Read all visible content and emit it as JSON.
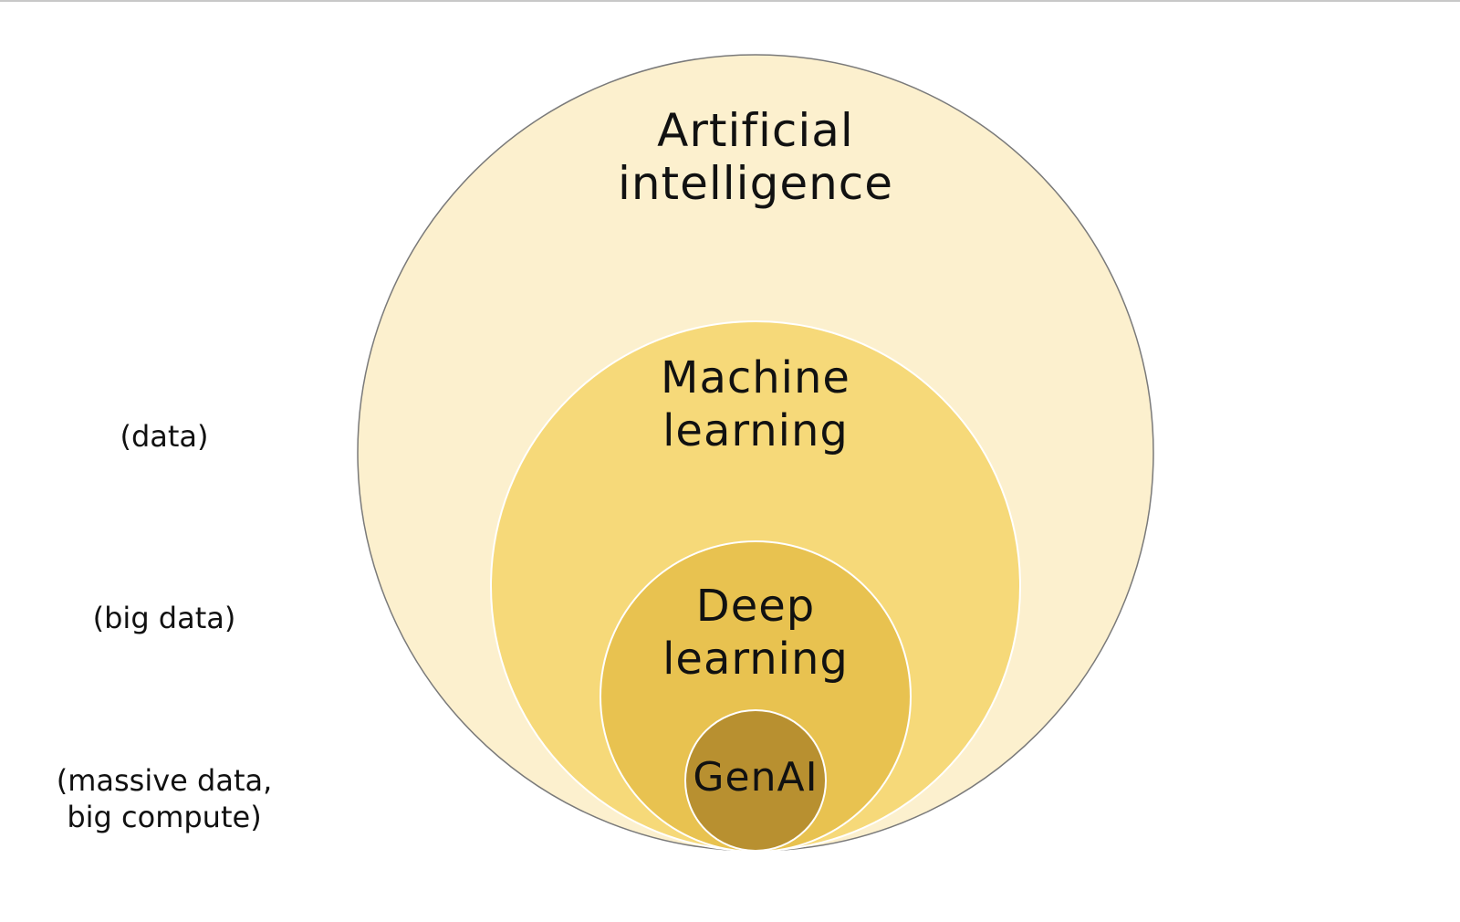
{
  "diagram": {
    "circles": [
      {
        "id": "ai",
        "label_lines": [
          "Artificial",
          "intelligence"
        ],
        "fill": "#FCF0CE",
        "stroke": "#7a7a7a"
      },
      {
        "id": "ml",
        "label_lines": [
          "Machine",
          "learning"
        ],
        "fill": "#F6D979",
        "stroke": "#ffffff"
      },
      {
        "id": "dl",
        "label_lines": [
          "Deep",
          "learning"
        ],
        "fill": "#E8C250",
        "stroke": "#ffffff"
      },
      {
        "id": "genai",
        "label_lines": [
          "GenAI"
        ],
        "fill": "#B89030",
        "stroke": "#ffffff"
      }
    ],
    "side_labels": {
      "data": "(data)",
      "big_data": "(big data)",
      "massive_data": "(massive data,\nbig compute)"
    }
  }
}
